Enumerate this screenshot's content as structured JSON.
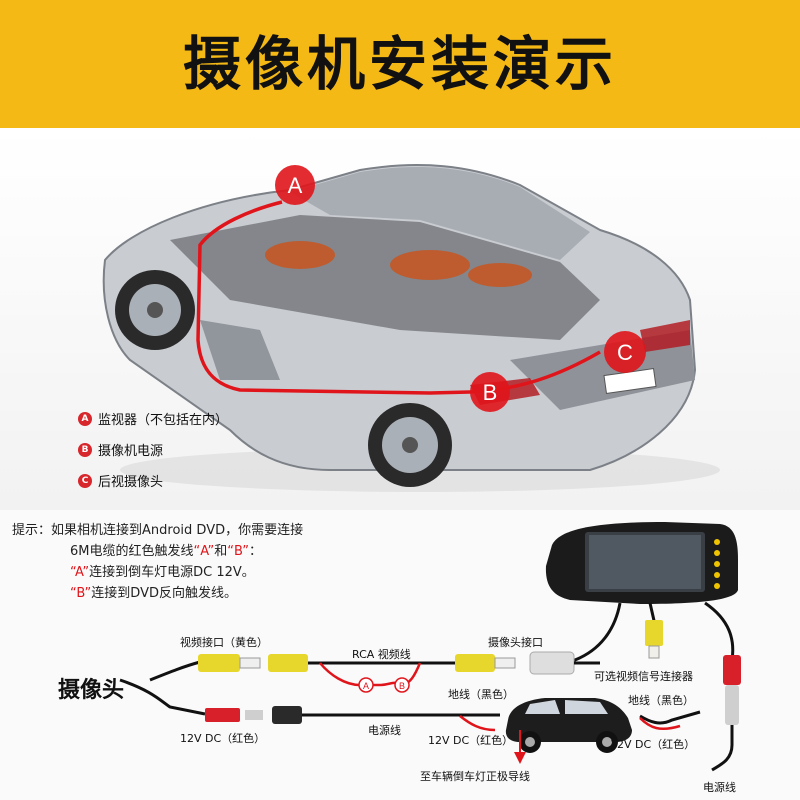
{
  "header": {
    "title": "摄像机安装演示",
    "color": "#f5b916"
  },
  "markers": {
    "a": "A",
    "b": "B",
    "c": "C",
    "line_color": "#e0151b"
  },
  "legend": [
    {
      "badge": "A",
      "text": "监视器（不包括在内）"
    },
    {
      "badge": "B",
      "text": "摄像机电源"
    },
    {
      "badge": "C",
      "text": "后视摄像头"
    }
  ],
  "note": {
    "prefix": "提示：",
    "line1": "如果相机连接到Android DVD，你需要连接",
    "line2_pre": "6M电缆的红色触发线",
    "line2_a": "“A”",
    "line2_mid": "和",
    "line2_b": "“B”",
    "line2_post": "：",
    "line3_a": "“A”",
    "line3_text": "连接到倒车灯电源DC 12V。",
    "line4_b": "“B”",
    "line4_text": "连接到DVD反向触发线。"
  },
  "wiring": {
    "camera_label": "摄像头",
    "video_port": "视频接口（黄色）",
    "rca_cable": "RCA 视频线",
    "camera_port": "摄像头接口",
    "optional_connector": "可选视频信号连接器",
    "ground_wire_1": "地线（黑色）",
    "ground_wire_2": "地线（黑色）",
    "power_cable_1": "电源线",
    "power_cable_2": "电源线",
    "dc_1": "12V DC（红色）",
    "dc_2": "12V DC（红色）",
    "dc_3": "12V DC（红色）",
    "to_reverse_light": "至车辆倒车灯正极导线",
    "trigger_a": "A",
    "trigger_b": "B"
  }
}
